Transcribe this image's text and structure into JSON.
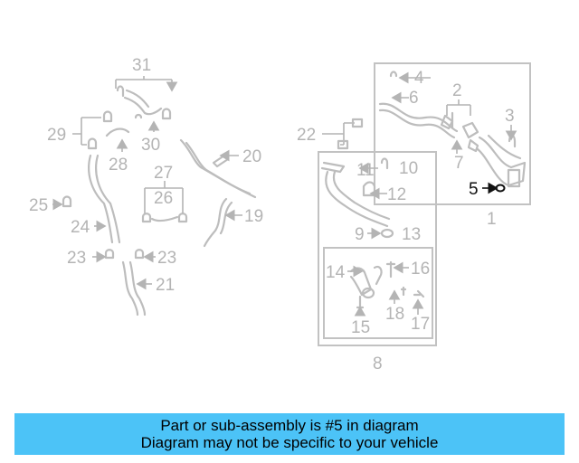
{
  "callouts": {
    "n1": "1",
    "n2": "2",
    "n3": "3",
    "n4": "4",
    "n5": "5",
    "n6": "6",
    "n7": "7",
    "n8": "8",
    "n9": "9",
    "n10": "10",
    "n11": "11",
    "n12": "12",
    "n13": "13",
    "n14": "14",
    "n15": "15",
    "n16": "16",
    "n17": "17",
    "n18": "18",
    "n19": "19",
    "n20": "20",
    "n21": "21",
    "n22": "22",
    "n23a": "23",
    "n23b": "23",
    "n24": "24",
    "n25": "25",
    "n26": "26",
    "n27": "27",
    "n28": "28",
    "n29": "29",
    "n30": "30",
    "n31": "31"
  },
  "highlighted_part": "5",
  "colors": {
    "banner": "#4cc3f7",
    "line": "#bdbdbd",
    "highlight": "#111111"
  },
  "banner": {
    "line1": "Part or sub-assembly is #5 in diagram",
    "line2": "Diagram may not be specific to your vehicle"
  }
}
